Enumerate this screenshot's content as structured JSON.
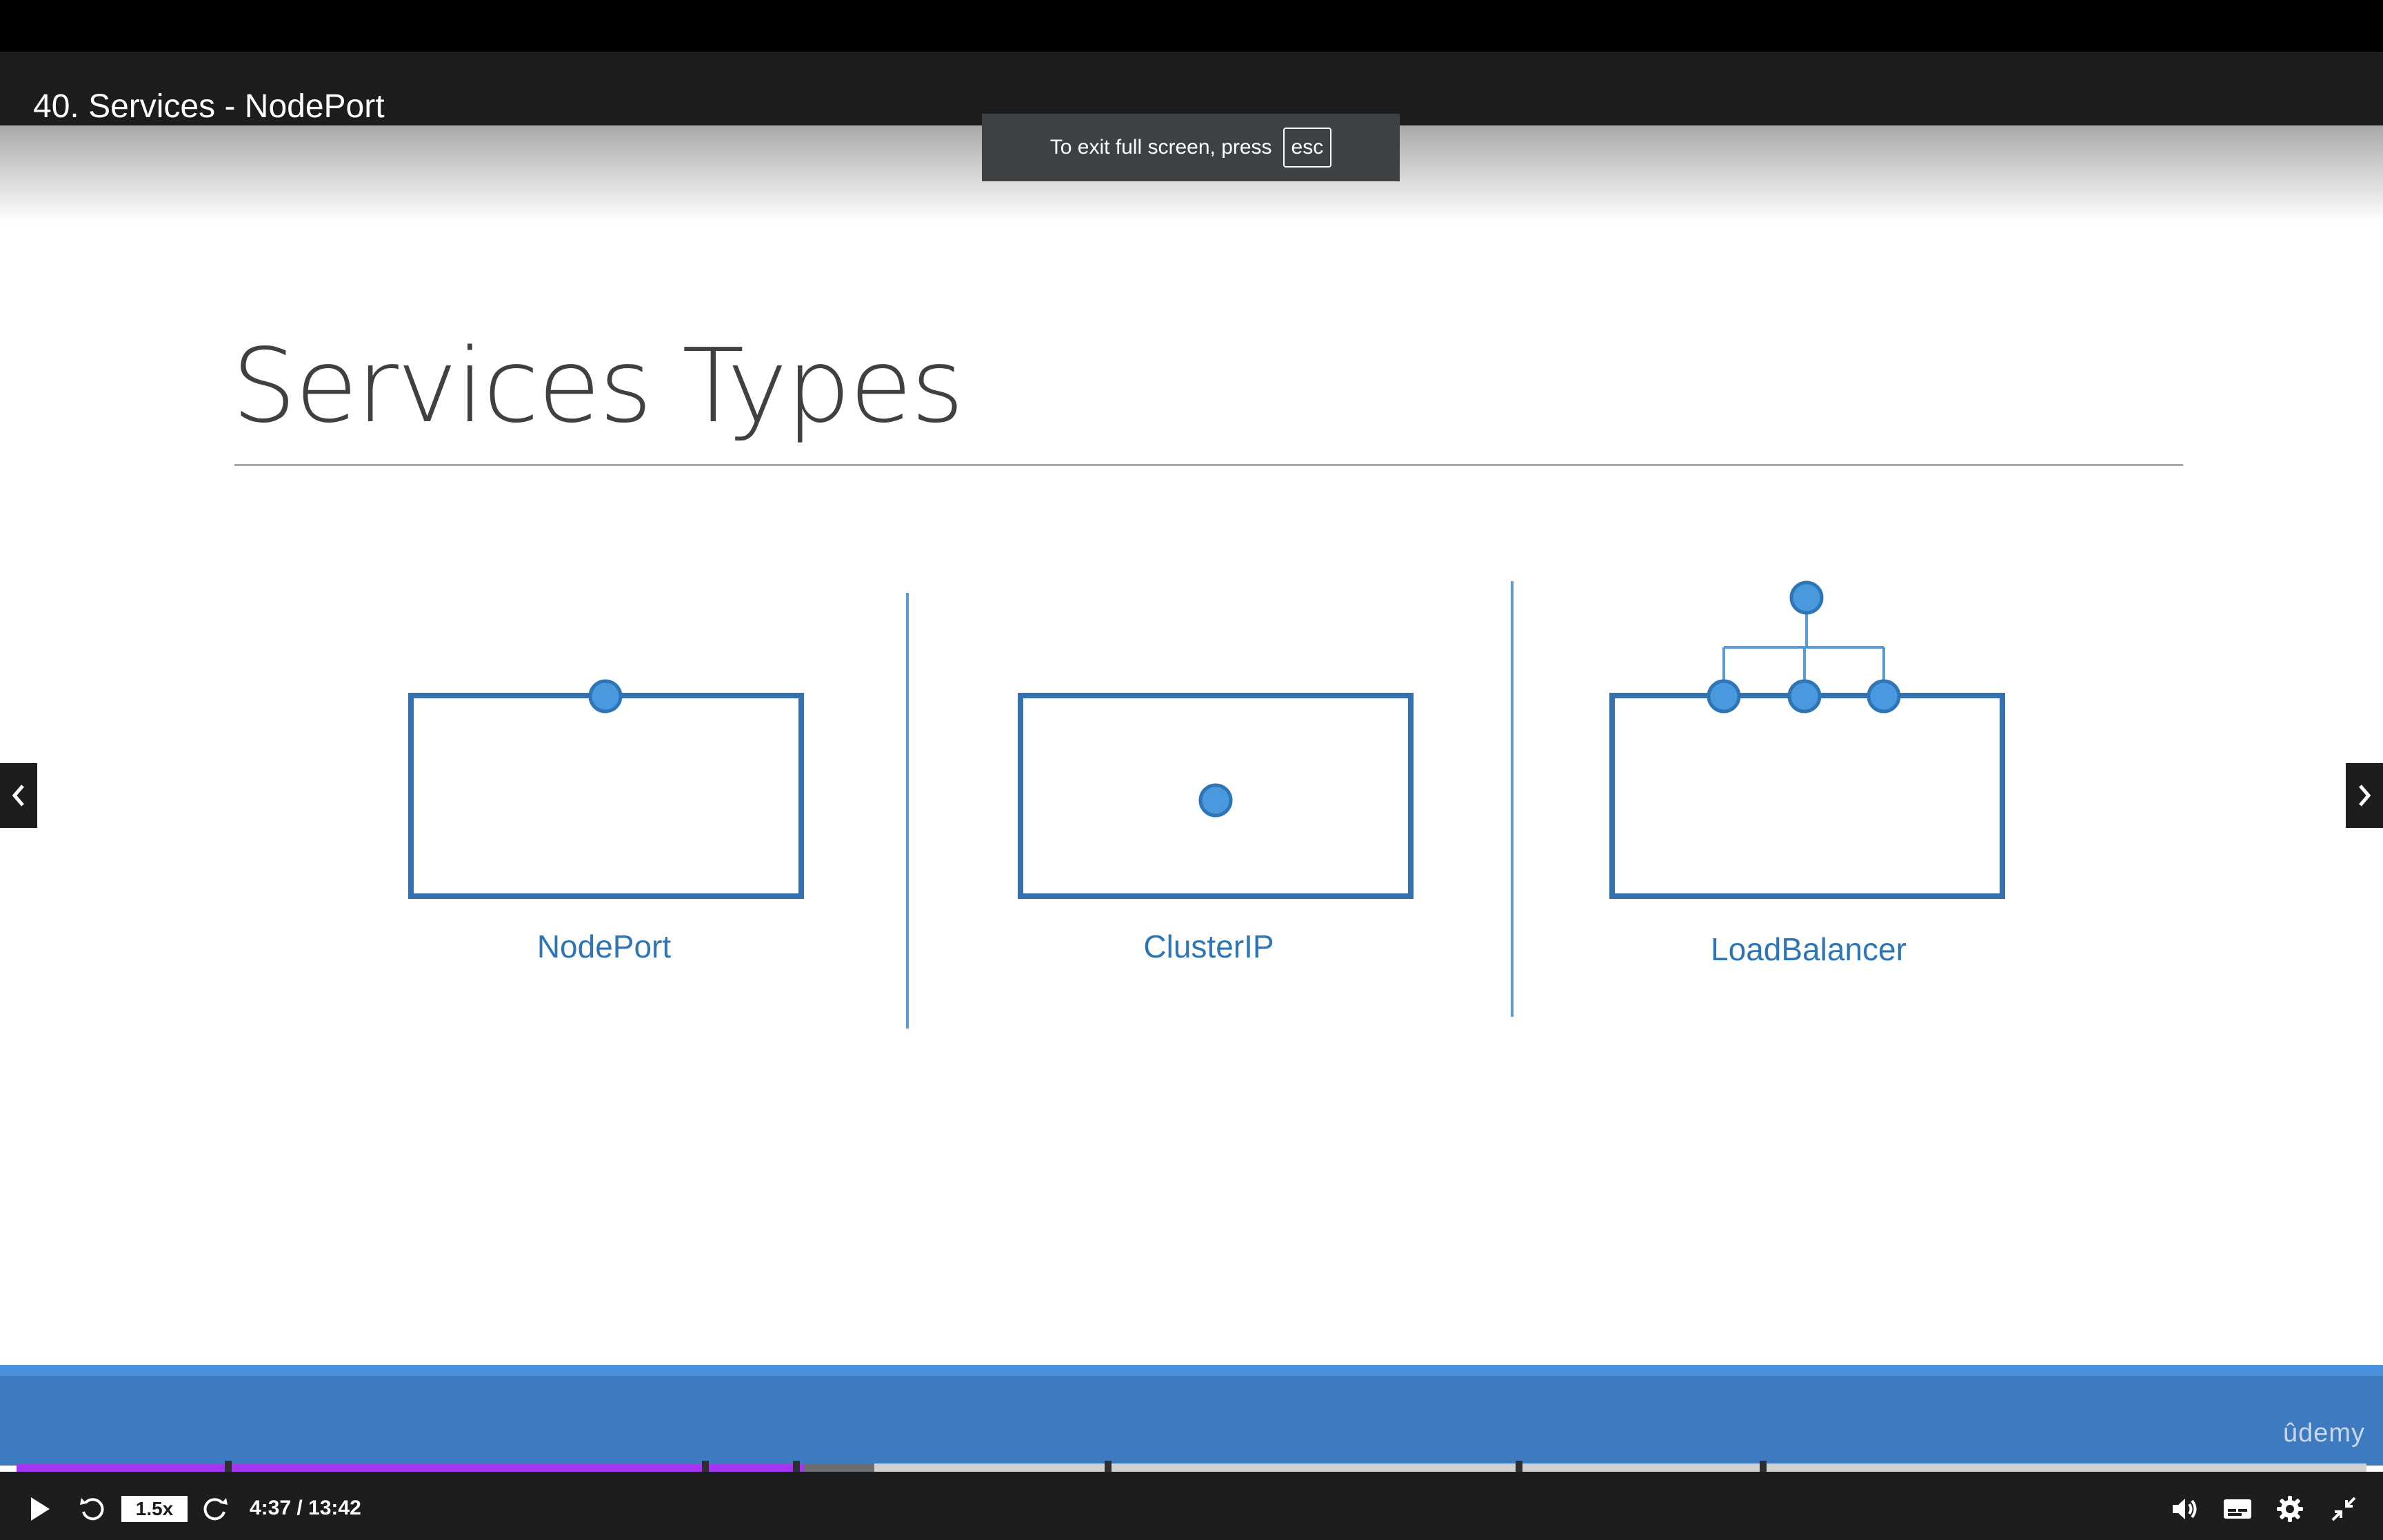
{
  "player": {
    "lecture_title": "40. Services - NodePort",
    "fullscreen_notice": "To exit full screen, press",
    "fullscreen_key": "esc",
    "speed": "1.5x",
    "time": "4:37 / 13:42",
    "brand": "ûdemy",
    "progress_played_fraction": 0.335,
    "progress_buffered_fraction": 0.365,
    "colors": {
      "played": "#a435f0",
      "buffered": "#6a6f73",
      "track": "#d1d1d1",
      "caption_band": "#3d7abf"
    },
    "icons": {
      "prev": "chevron-left-icon",
      "next": "chevron-right-icon",
      "play": "play-icon",
      "rewind": "rewind-icon",
      "forward": "forward-icon",
      "volume": "volume-icon",
      "captions": "captions-icon",
      "settings": "gear-icon",
      "exit_fullscreen": "exit-fullscreen-icon"
    }
  },
  "slide": {
    "title": "Services Types",
    "diagrams": [
      {
        "label": "NodePort"
      },
      {
        "label": "ClusterIP"
      },
      {
        "label": "LoadBalancer"
      }
    ],
    "accent_color": "#2e75b6",
    "node_color": "#4a98dd"
  }
}
